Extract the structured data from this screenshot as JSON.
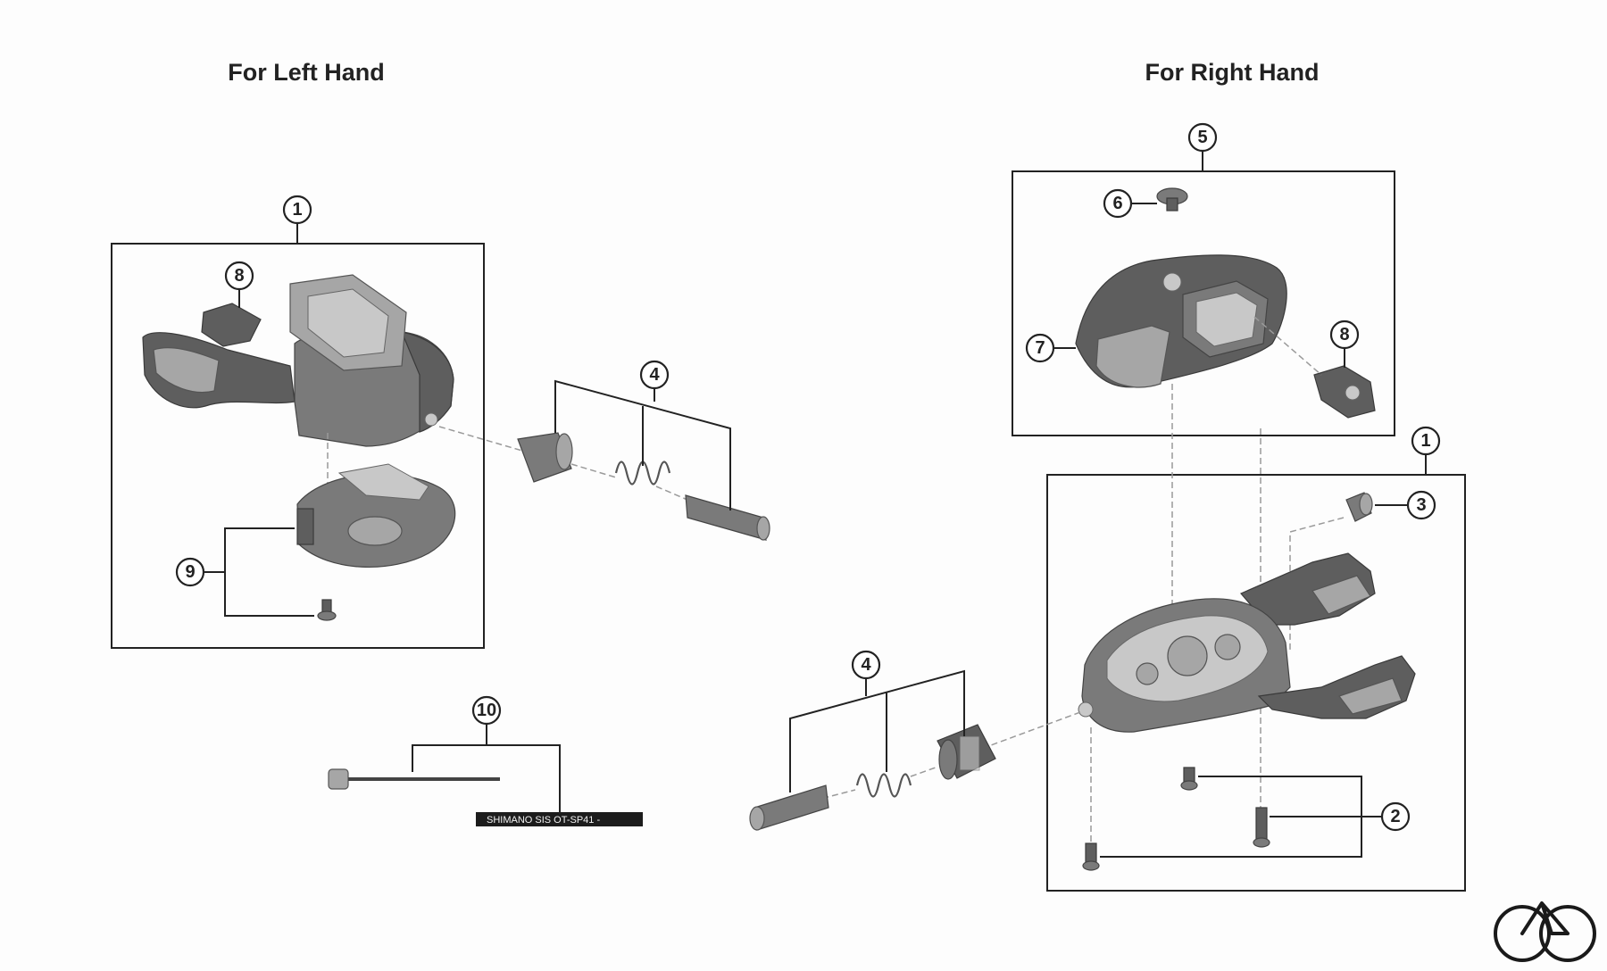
{
  "headings": {
    "left": "For Left Hand",
    "right": "For Right Hand"
  },
  "callouts": {
    "left_1": "1",
    "left_8": "8",
    "left_9": "9",
    "left_4": "4",
    "left_10": "10",
    "right_5": "5",
    "right_6": "6",
    "right_7": "7",
    "right_8": "8",
    "right_1": "1",
    "right_3": "3",
    "right_4": "4",
    "right_2": "2"
  },
  "cable_housing_print": "SHIMANO SIS  OT-SP41 -",
  "logo": "bicycle-logo-icon"
}
